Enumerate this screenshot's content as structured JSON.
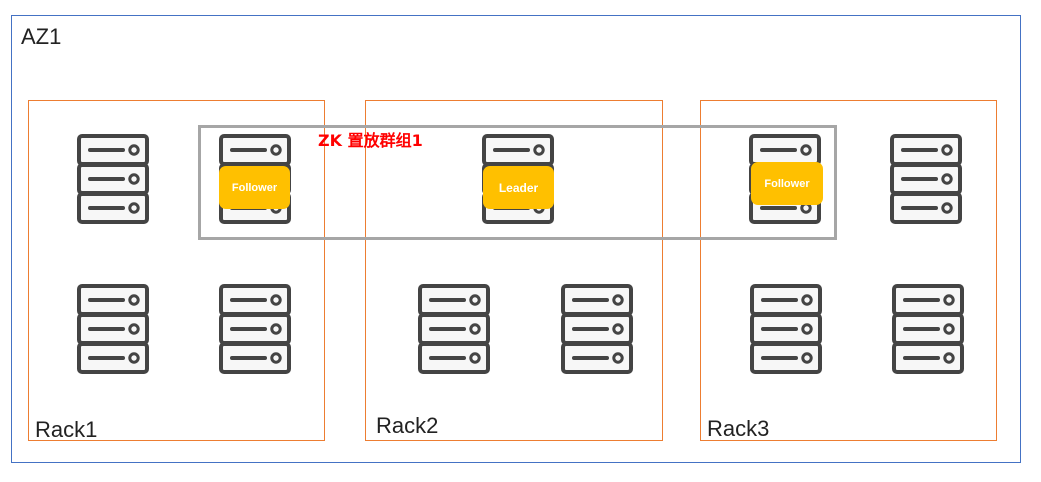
{
  "az": {
    "label": "AZ1"
  },
  "racks": [
    {
      "label": "Rack1"
    },
    {
      "label": "Rack2"
    },
    {
      "label": "Rack3"
    }
  ],
  "zk_group": {
    "label": "ZK 置放群组1"
  },
  "roles": {
    "follower_1": "Follower",
    "leader": "Leader",
    "follower_2": "Follower"
  },
  "colors": {
    "az_border": "#4472c4",
    "rack_border": "#ed7d31",
    "zk_border": "#a6a6a6",
    "zk_label": "#ff0000",
    "role_badge": "#ffc000",
    "server_icon": "#444444"
  },
  "icons": {
    "server": "server-rack-icon"
  }
}
